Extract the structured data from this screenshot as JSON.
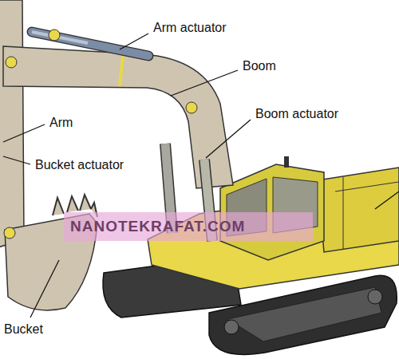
{
  "diagram": {
    "labels": [
      "Arm actuator",
      "Boom",
      "Boom actuator",
      "Arm",
      "Bucket actuator",
      "Bucket",
      "NANOTEKRAFAT.COM"
    ]
  }
}
